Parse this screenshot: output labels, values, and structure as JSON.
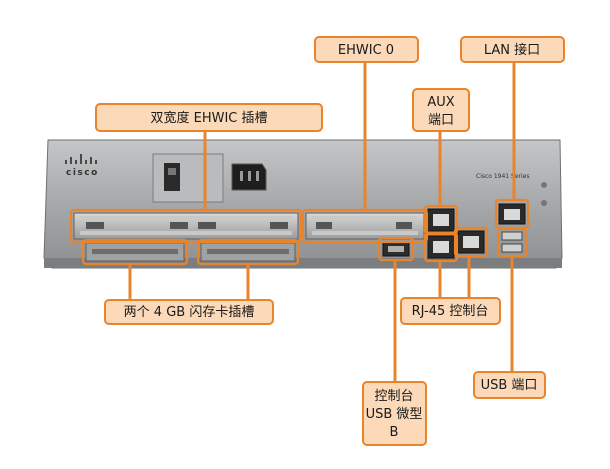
{
  "labels": {
    "ehwic0": "EHWIC 0",
    "lan_ports": "LAN 接口",
    "dual_ehwic": "双宽度 EHWIC 插槽",
    "aux_line1": "AUX",
    "aux_line2": "端口",
    "cf_slots": "两个 4 GB 闪存卡插槽",
    "rj45_console": "RJ-45 控制台",
    "usb_console_line1": "控制台",
    "usb_console_line2": "USB 微型",
    "usb_console_line3": "B",
    "usb_ports": "USB 端口"
  },
  "device": {
    "brand": "cisco",
    "model": "Cisco 1941 Series"
  },
  "colors": {
    "callout_fill": "#fbd9b9",
    "callout_stroke": "#e8842c",
    "leader": "#e8842c",
    "chassis": "#a9abad",
    "chassis_dark": "#6e7072"
  }
}
